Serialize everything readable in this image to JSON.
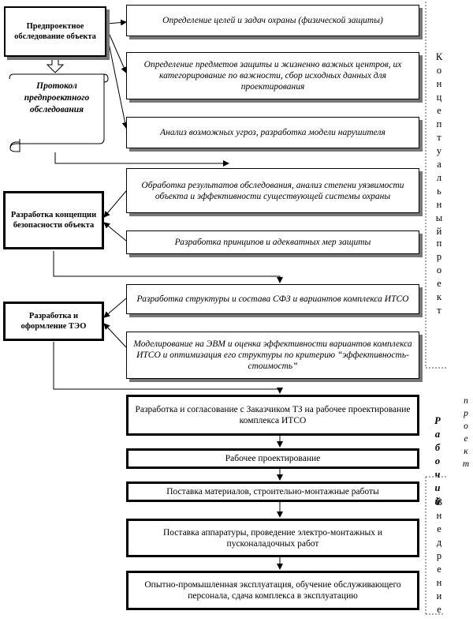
{
  "left_boxes": {
    "survey": "Предпроектное обследование объекта",
    "protocol": "Протокол предпроектного обследования",
    "concept": "Разработка концепции безопасности объекта",
    "teo": "Разработка и оформление ТЭО"
  },
  "steps": [
    "Определение целей и задач охраны (физической защиты)",
    "Определение предметов защиты и жизненно важных центров, их категорирование по важности, сбор исходных данных для проектирования",
    "Анализ возможных угроз, разработка модели нарушителя",
    "Обработка результатов обследования, анализ степени уязвимости объекта и эффективности существующей системы охраны",
    "Разработка принципов и адекватных мер защиты",
    "Разработка структуры и состава СФЗ и вариантов комплекса ИТСО",
    "Моделирование на ЭВМ и оценка эффективности вариантов комплекса ИТСО и оптимизация его структуры по критерию “эффективность-стоимость”",
    "Разработка и согласование с Заказчиком ТЗ на рабочее проектирование комплекса ИТСО",
    "Рабочее проектирование",
    "Поставка материалов, строительно-монтажные работы",
    "Поставка аппаратуры, проведение электро-монтажных и пусконаладочных работ",
    "Опытно-промышленная эксплуатация, обучение обслуживающего персонала, сдача комплекса в эксплуатацию"
  ],
  "side_labels": {
    "concept_word1": "Концептуальный",
    "concept_word2": "проект",
    "working_word1": "Рабочий",
    "working_word2": "проект",
    "implementation": "Внедрение"
  }
}
